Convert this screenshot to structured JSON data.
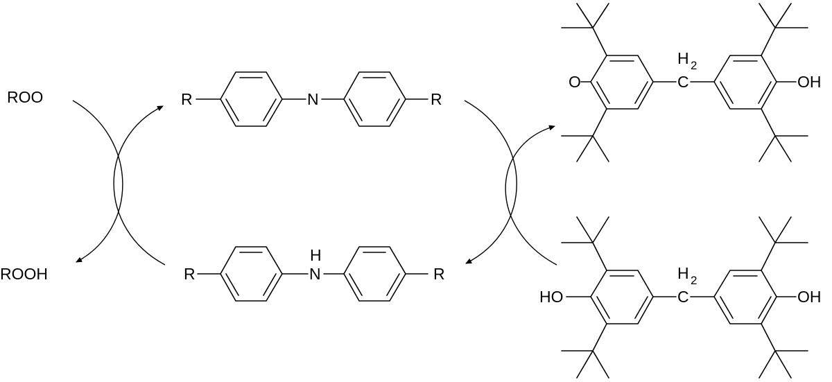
{
  "labels": {
    "peroxy": "ROO",
    "hydroperoxide": "ROOH",
    "r": "R",
    "n": "N",
    "nh_h": "H",
    "nh_n": "N",
    "h2_h": "H",
    "h2_sub": "2",
    "h2_c": "C",
    "o": "O",
    "oh": "OH",
    "ho": "HO"
  }
}
